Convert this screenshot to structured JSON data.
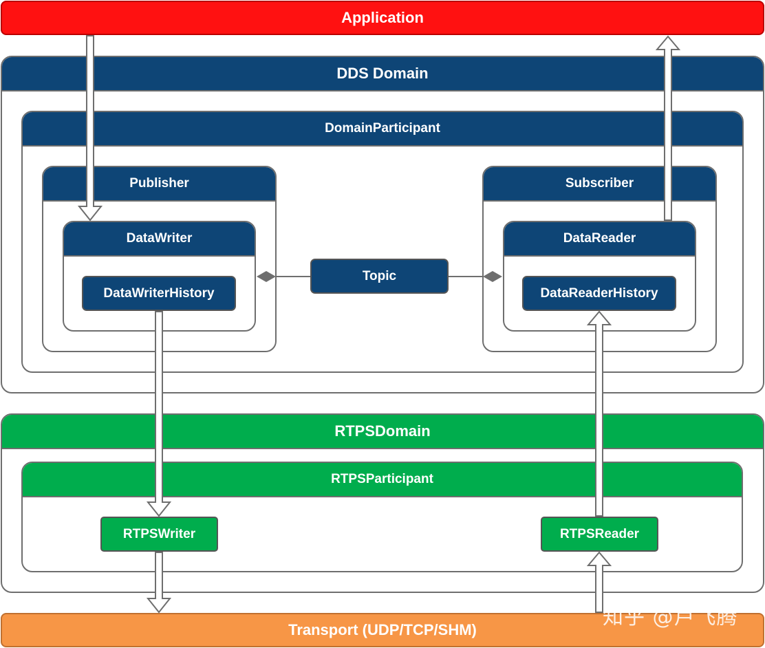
{
  "application": "Application",
  "dds_domain": "DDS Domain",
  "domain_participant": "DomainParticipant",
  "publisher": "Publisher",
  "subscriber": "Subscriber",
  "data_writer": "DataWriter",
  "data_reader": "DataReader",
  "data_writer_history": "DataWriterHistory",
  "data_reader_history": "DataReaderHistory",
  "topic": "Topic",
  "rtps_domain": "RTPSDomain",
  "rtps_participant": "RTPSParticipant",
  "rtps_writer": "RTPSWriter",
  "rtps_reader": "RTPSReader",
  "transport": "Transport (UDP/TCP/SHM)",
  "watermark": "知乎 @卢飞腾",
  "colors": {
    "application": "#ff1111",
    "dds_blue": "#0e4576",
    "rtps_green": "#00ad4d",
    "transport": "#f79646"
  }
}
